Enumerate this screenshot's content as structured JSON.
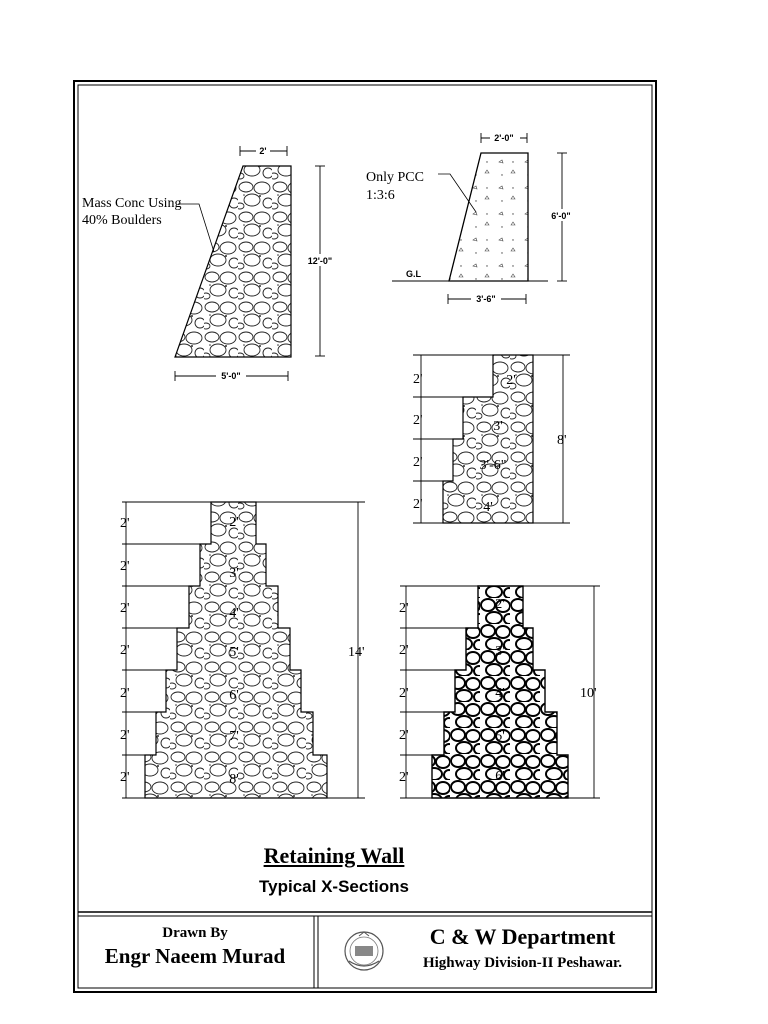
{
  "title": "Retaining Wall",
  "subtitle": "Typical X-Sections",
  "title_block": {
    "drawn_by_label": "Drawn By",
    "drawn_by_name": "Engr Naeem Murad",
    "department": "C & W Department",
    "division": "Highway Division-II Peshawar."
  },
  "sections": {
    "mass_concrete": {
      "label_line1": "Mass Conc Using",
      "label_line2": "40% Boulders",
      "top_width": "2'",
      "height": "12'-0\"",
      "base_width": "5'-0\""
    },
    "pcc": {
      "label_line1": "Only PCC",
      "label_line2": "1:3:6",
      "top_width": "2'-0\"",
      "height": "6'-0\"",
      "ground_label": "G.L",
      "base_width": "3'-6\""
    },
    "stepped_8ft": {
      "step_heights": [
        "2'",
        "2'",
        "2'",
        "2'"
      ],
      "widths": [
        "2'",
        "3'",
        "3'-6\"",
        "4'"
      ],
      "total_height": "8'"
    },
    "stepped_14ft": {
      "step_heights": [
        "2'",
        "2'",
        "2'",
        "2'",
        "2'",
        "2'",
        "2'"
      ],
      "widths": [
        "2'",
        "3'",
        "4'",
        "5'",
        "6'",
        "7'",
        "8'"
      ],
      "total_height": "14'"
    },
    "stepped_10ft": {
      "step_heights": [
        "2'",
        "2'",
        "2'",
        "2'",
        "2'"
      ],
      "widths": [
        "2'",
        "3'",
        "4'",
        "5'",
        "6'"
      ],
      "total_height": "10'"
    }
  },
  "icons": {
    "emblem": "government-emblem-icon"
  }
}
